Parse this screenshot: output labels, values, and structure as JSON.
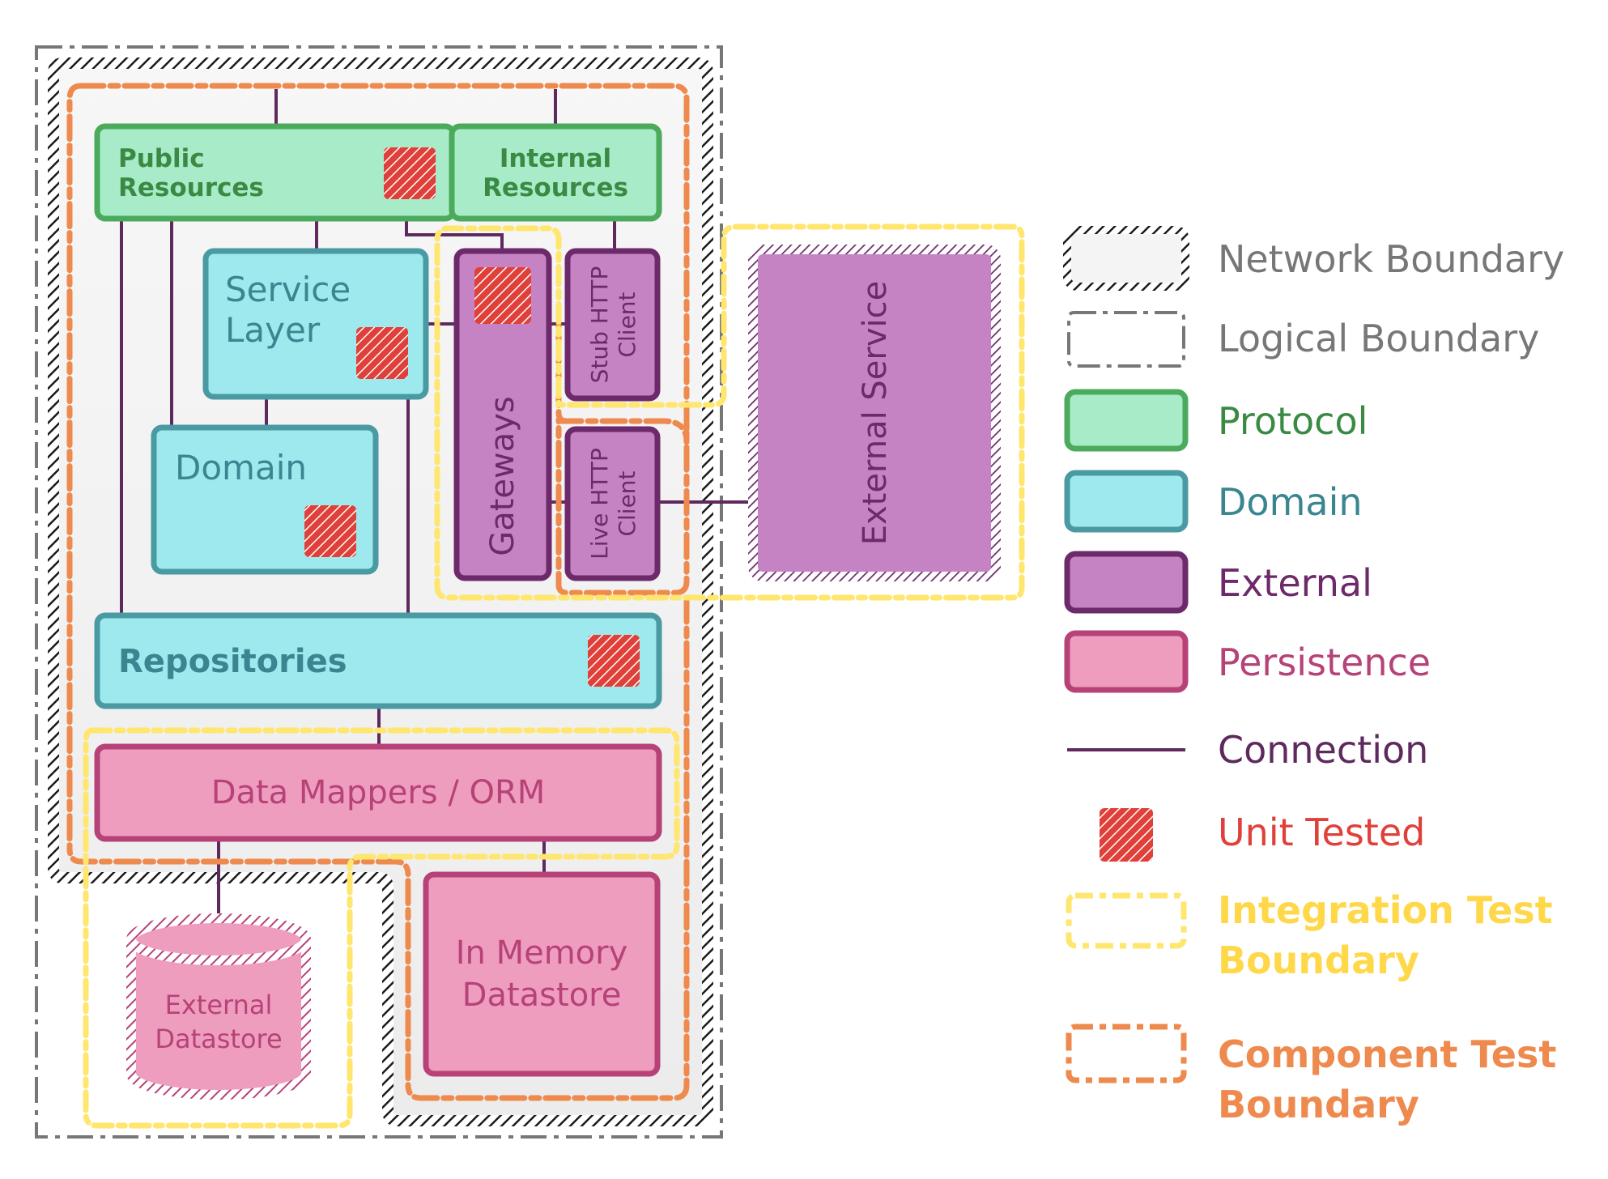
{
  "colors": {
    "protocol_fill": "#a8ebc8",
    "protocol_stroke": "#4caa5c",
    "protocol_text": "#3a8a44",
    "domain_fill": "#9ee9ee",
    "domain_stroke": "#4a9aa3",
    "domain_text": "#3a8690",
    "external_fill": "#c583c3",
    "external_stroke": "#6d2a6a",
    "external_text": "#6d2a6a",
    "persistence_fill": "#ef9dbf",
    "persistence_stroke": "#b64278",
    "persistence_text": "#b64278",
    "connection": "#5e2a5e",
    "unit_tested": "#e0403a",
    "integration": "#ffe66e",
    "component": "#ee8a4e",
    "logical": "#777777",
    "network": "#222222",
    "legend_gray": "#777777"
  },
  "diagram": {
    "public_resources": "Public\nResources",
    "internal_resources": "Internal\nResources",
    "service_layer": "Service\nLayer",
    "domain": "Domain",
    "gateways": "Gateways",
    "stub_http_client": "Stub HTTP\nClient",
    "live_http_client": "Live HTTP\nClient",
    "external_service": "External Service",
    "repositories": "Repositories",
    "data_mappers": "Data Mappers / ORM",
    "in_memory_datastore": "In Memory\nDatastore",
    "external_datastore": "External\nDatastore"
  },
  "legend": {
    "network_boundary": "Network Boundary",
    "logical_boundary": "Logical Boundary",
    "protocol": "Protocol",
    "domain": "Domain",
    "external": "External",
    "persistence": "Persistence",
    "connection": "Connection",
    "unit_tested": "Unit Tested",
    "integration_test_boundary": "Integration Test\nBoundary",
    "component_test_boundary": "Component Test\nBoundary"
  }
}
